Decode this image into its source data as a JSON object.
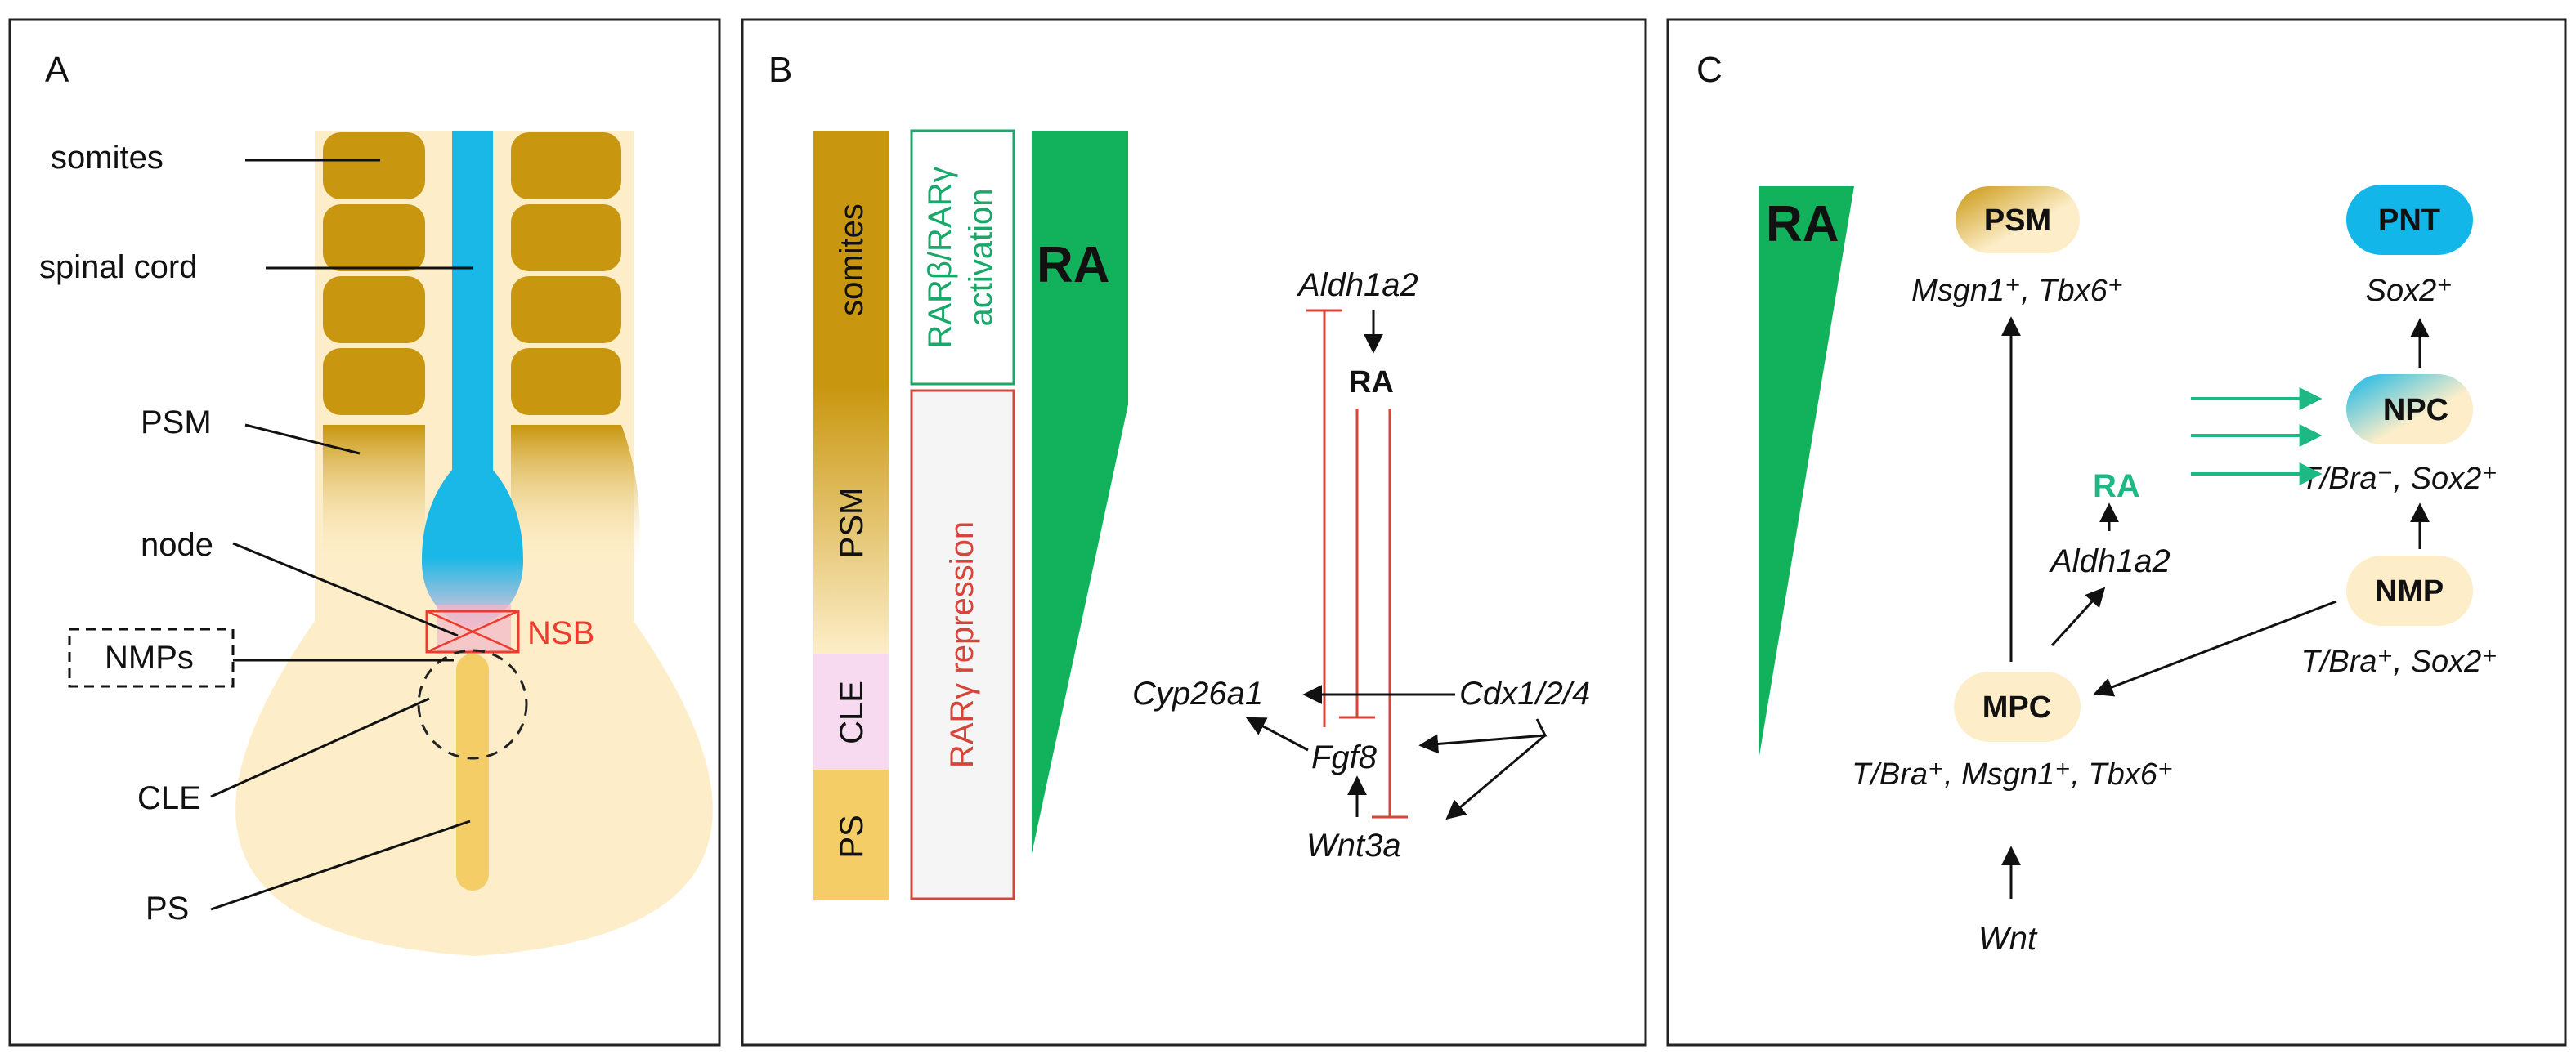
{
  "panel_a": {
    "letter": "A",
    "labels": {
      "somites": "somites",
      "spinal_cord": "spinal cord",
      "psm": "PSM",
      "node": "node",
      "nmps": "NMPs",
      "cle": "CLE",
      "ps": "PS",
      "nsb": "NSB"
    },
    "colors": {
      "somite": "#c8960f",
      "neural": "#1ab8e6",
      "embryo": "#fdeec9",
      "ps": "#f5cd67",
      "nsb": "#ee3b2e"
    }
  },
  "panel_b": {
    "letter": "B",
    "segments": {
      "somites": "somites",
      "psm": "PSM",
      "cle": "CLE",
      "ps": "PS"
    },
    "activation": {
      "line1": "RARβ/RARγ",
      "line2": "activation"
    },
    "repression": "RARγ repression",
    "gradient_label": "RA",
    "network": {
      "aldh1a2": "Aldh1a2",
      "ra": "RA",
      "cyp26a1": "Cyp26a1",
      "cdx": "Cdx1/2/4",
      "fgf8": "Fgf8",
      "wnt3a": "Wnt3a"
    },
    "colors": {
      "activation": "#1aa86a",
      "repression": "#d6453a",
      "gradient": "#12b25c",
      "cle": "#f7d9f0",
      "ps": "#f5cd67"
    }
  },
  "panel_c": {
    "letter": "C",
    "gradient_label": "RA",
    "nodes": {
      "psm": {
        "label": "PSM",
        "markers": "Msgn1⁺, Tbx6⁺"
      },
      "pnt": {
        "label": "PNT",
        "markers": "Sox2⁺"
      },
      "npc": {
        "label": "NPC",
        "markers": "T/Bra⁻, Sox2⁺"
      },
      "nmp": {
        "label": "NMP",
        "markers": "T/Bra⁺, Sox2⁺"
      },
      "mpc": {
        "label": "MPC",
        "markers": "T/Bra⁺, Msgn1⁺, Tbx6⁺"
      }
    },
    "ra": "RA",
    "aldh1a2": "Aldh1a2",
    "wnt": "Wnt",
    "colors": {
      "gradient": "#12b25c",
      "ra_arrows": "#1db884",
      "cream": "#fdeec9",
      "blue": "#13b6e8",
      "gold": "#c8960f"
    }
  }
}
